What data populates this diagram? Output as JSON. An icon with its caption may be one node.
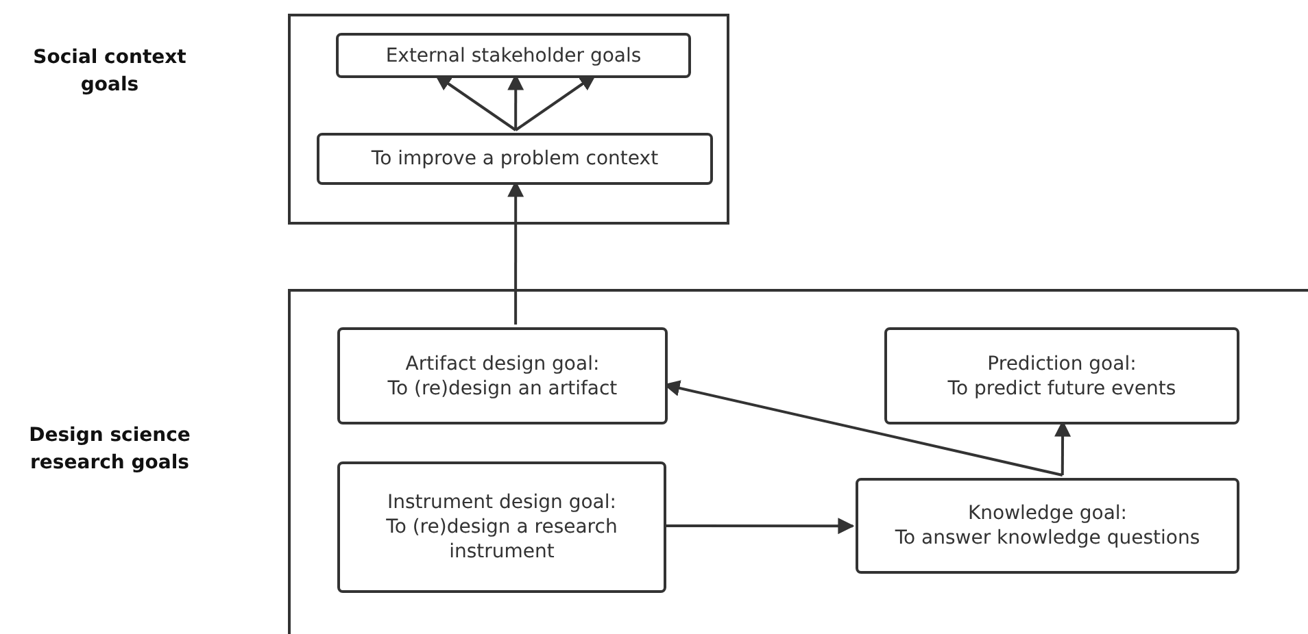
{
  "diagram": {
    "nodes": [
      {
        "text": [],
        "shape": "box"
      },
      {
        "text": [
          "External stakeholder goals"
        ],
        "in": 0
      },
      {
        "text": [
          "To improve a problem context"
        ],
        "in": 0
      },
      {
        "text": [],
        "shape": "box"
      },
      {
        "text": [
          "Artifact design goal:",
          "To (re)design an artifact"
        ],
        "in": 3
      },
      {
        "text": [
          "Prediction goal:",
          "To predict future events"
        ],
        "in": 3
      },
      {
        "text": [
          "Instrument design goal:",
          "To (re)design a research instrument"
        ],
        "in": 3
      },
      {
        "text": [
          "Knowledge goal:",
          "To answer knowledge questions"
        ],
        "in": 3
      }
    ],
    "edges": [
      {
        "from": 2,
        "to": 1,
        "arrow": "to"
      },
      {
        "from": 2,
        "to": 1,
        "arrow": "to"
      },
      {
        "from": 2,
        "to": 1,
        "arrow": "to"
      },
      {
        "from": 4,
        "to": 2,
        "arrow": "to"
      },
      {
        "from": 7,
        "to": 5,
        "arrow": "to"
      },
      {
        "from": 7,
        "to": 4,
        "arrow": "to"
      },
      {
        "from": 6,
        "to": 7,
        "arrow": "to"
      }
    ],
    "labels": [
      "Social context goals",
      "Design science research goals"
    ]
  }
}
